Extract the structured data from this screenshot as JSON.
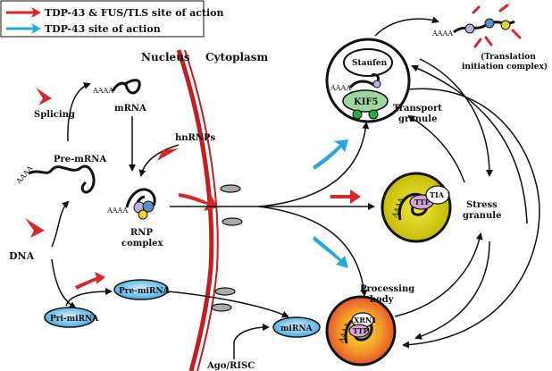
{
  "legend": {
    "red_label": "TDP-43 & FUS/TLS site of action",
    "blue_label": "TDP-43 site of action"
  },
  "labels": {
    "nucleus": "Nucleus",
    "cytoplasm": "Cytoplasm",
    "splicing": "Splicing",
    "mrna": "mRNA",
    "pre_mrna": "Pre-mRNA",
    "hnrnps": "hnRNPs",
    "rnp_complex_1": "RNP",
    "rnp_complex_2": "complex",
    "dna": "DNA",
    "pre_mirna": "Pre-miRNA",
    "pri_mirna": "Pri-miRNA",
    "mirna": "miRNA",
    "ago_risc": "Ago/RISC",
    "staufen": "Staufen",
    "kif5": "KIF5",
    "transport_1": "Transport",
    "transport_2": "granule",
    "translation_1": "(Translation",
    "translation_2": "initiation complex)",
    "tia1": "TIA 1",
    "ttp": "TTP",
    "stress_1": "Stress",
    "stress_2": "granule",
    "processing_1": "Processing",
    "processing_2": "body",
    "xrn1": "XRN1",
    "ttp_pb": "TTP",
    "polya": "AAAA"
  },
  "colors": {
    "red_arrow": "#d9262a",
    "blue_arrow": "#26a8de",
    "membrane": "#c41e22",
    "kif5_fill": "#9fd6a0",
    "stress_fill": "#d8d200",
    "ttp_fill": "#d6a3d6",
    "mirna_fill": "#5db9e8"
  }
}
